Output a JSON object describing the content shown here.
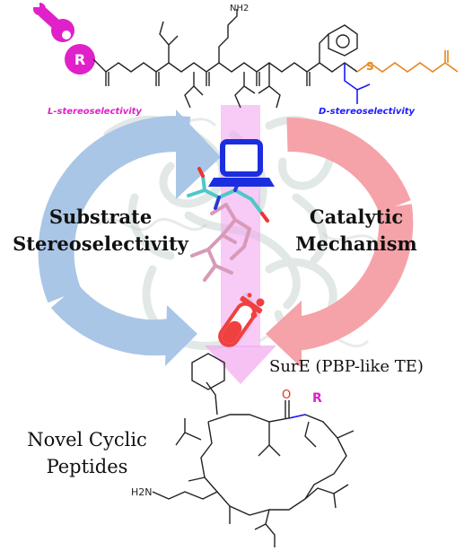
{
  "top": {
    "r_badge": "R",
    "nh2": "NH2",
    "s_atom": "S",
    "l_stereo": "L-stereoselectivity",
    "d_stereo": "D-stereoselectivity"
  },
  "cycle": {
    "left_line1": "Substrate",
    "left_line2": "Stereoselectivity",
    "right_line1": "Catalytic",
    "right_line2": "Mechanism"
  },
  "enzyme_label": "SurE (PBP-like TE)",
  "product": {
    "line1": "Novel Cyclic",
    "line2": "Peptides",
    "r_group": "R",
    "o_atom": "O",
    "h2n": "H2N"
  },
  "colors": {
    "magenta": "#e020c8",
    "blue": "#1a1aff",
    "orange": "#e8861a",
    "left_arrow": "#aac6e6",
    "right_arrow": "#f5a3a8",
    "center_arrow": "#f2a8f0",
    "computer": "#1a2ee0",
    "flask": "#f04040"
  }
}
